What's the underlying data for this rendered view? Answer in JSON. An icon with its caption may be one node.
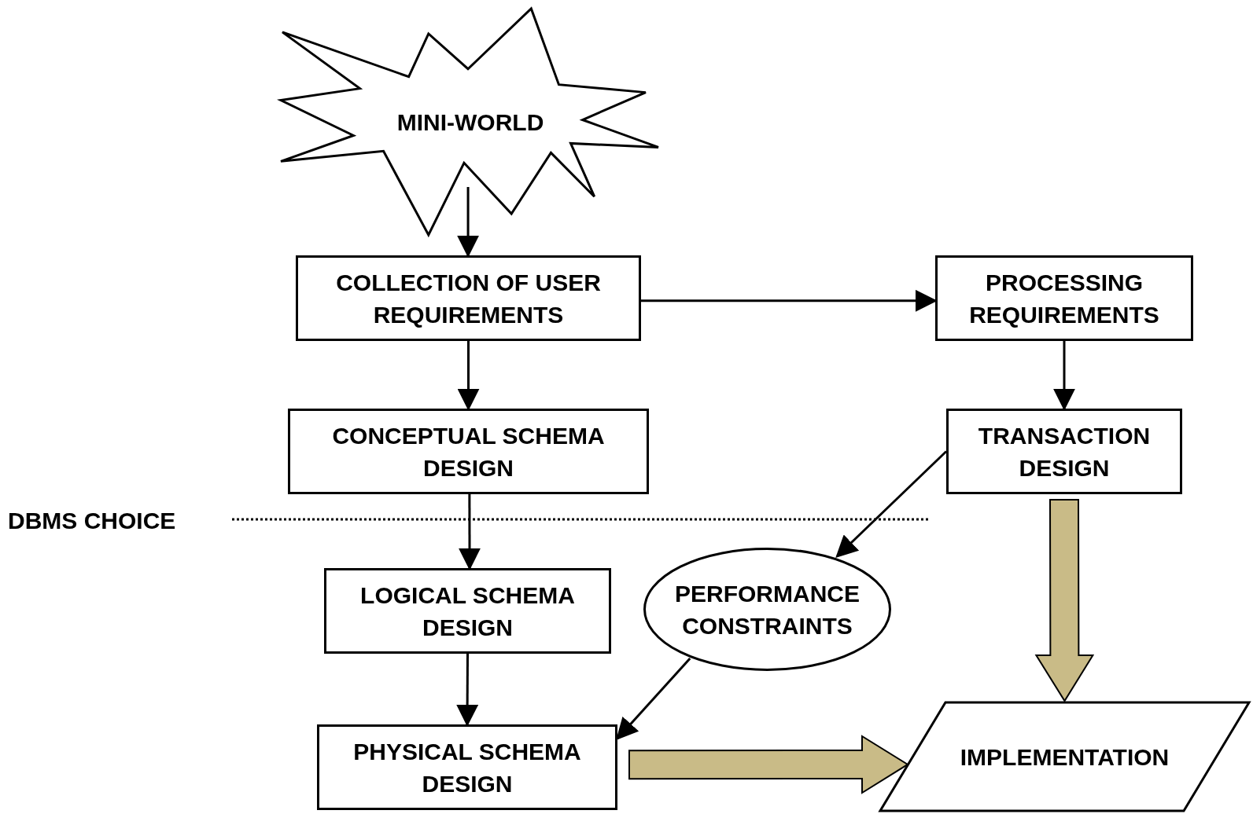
{
  "diagram": {
    "nodes": [
      {
        "text": [
          "MINI-WORLD"
        ]
      },
      {
        "text": [
          "COLLECTION OF USER REQUIREMENTS"
        ]
      },
      {
        "text": [
          "PROCESSING REQUIREMENTS"
        ]
      },
      {
        "text": [
          "CONCEPTUAL SCHEMA DESIGN"
        ]
      },
      {
        "text": [
          "TRANSACTION DESIGN"
        ]
      },
      {
        "text": [
          "LOGICAL SCHEMA DESIGN"
        ]
      },
      {
        "text": [
          "PERFORMANCE CONSTRAINTS"
        ]
      },
      {
        "text": [
          "PHYSICAL SCHEMA DESIGN"
        ]
      },
      {
        "text": [
          "IMPLEMENTATION"
        ]
      }
    ],
    "edges": [
      {
        "from": 0,
        "to": 1,
        "arrow": "to"
      },
      {
        "from": 1,
        "to": 2,
        "arrow": "to"
      },
      {
        "from": 1,
        "to": 3,
        "arrow": "to"
      },
      {
        "from": 2,
        "to": 4,
        "arrow": "to"
      },
      {
        "from": 3,
        "to": 5,
        "arrow": "to"
      },
      {
        "from": 4,
        "to": 6,
        "arrow": "to"
      },
      {
        "from": 5,
        "to": 7,
        "arrow": "to"
      },
      {
        "from": 6,
        "to": 7,
        "arrow": "to"
      },
      {
        "from": 4,
        "to": 8,
        "arrow": "to",
        "style": "thick",
        "color": "#c9bb87"
      },
      {
        "from": 7,
        "to": 8,
        "arrow": "to",
        "style": "thick",
        "color": "#c9bb87"
      }
    ],
    "labels": [
      "DBMS CHOICE"
    ]
  }
}
